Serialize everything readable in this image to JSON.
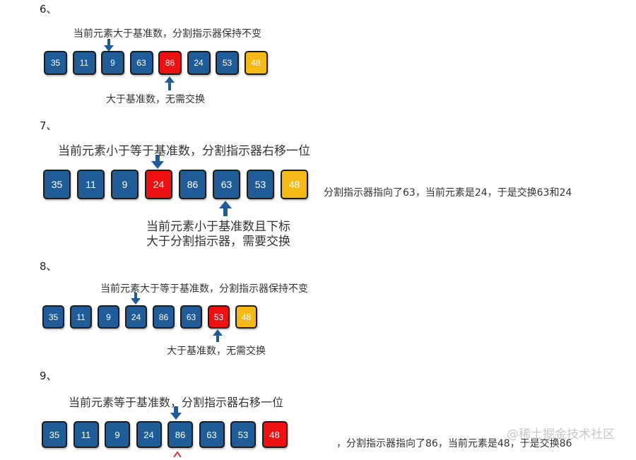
{
  "colors": {
    "default": "#1f5c98",
    "current": "#ee1111",
    "pivot": "#f5b915",
    "arrow": "#1f5c98"
  },
  "steps": [
    {
      "number": "6、",
      "values": [
        "35",
        "11",
        "9",
        "63",
        "86",
        "24",
        "53",
        "48"
      ],
      "top_caption": "当前元素大于基准数，分割指示器保持不变",
      "bottom_caption": "大于基准数，无需交换",
      "side_note": ""
    },
    {
      "number": "7、",
      "values": [
        "35",
        "11",
        "9",
        "24",
        "86",
        "63",
        "53",
        "48"
      ],
      "top_caption": "当前元素小于等于基准数，分割指示器右移一位",
      "bottom_caption_1": "当前元素小于基准数且下标",
      "bottom_caption_2": "大于分割指示器，需要交换",
      "side_note": "分割指示器指向了63，当前元素是24，于是交换63和24"
    },
    {
      "number": "8、",
      "values": [
        "35",
        "11",
        "9",
        "24",
        "86",
        "63",
        "53",
        "48"
      ],
      "top_caption": "当前元素大于等于基准数，分割指示器保持不变",
      "bottom_caption": "大于基准数，无需交换"
    },
    {
      "number": "9、",
      "values": [
        "35",
        "11",
        "9",
        "24",
        "86",
        "63",
        "53",
        "48"
      ],
      "top_caption": "当前元素等于基准数，分割指示器右移一位",
      "side_note": "，分割指示器指向了86，当前元素是48，于是交换86"
    }
  ],
  "watermark": "@稀土掘金技术社区"
}
